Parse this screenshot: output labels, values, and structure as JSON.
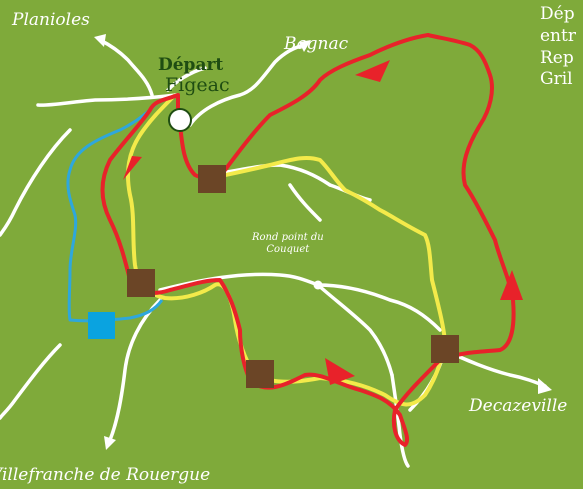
{
  "places": {
    "planioles": "Planioles",
    "bagnac": "Bagnac",
    "decazeville": "Decazeville",
    "villefranche": "Villefranche de Rouergue",
    "rond_point": [
      "Rond point du",
      "Couquet"
    ]
  },
  "start": {
    "depart": "Départ",
    "city": "Figeac"
  },
  "note_lines": [
    "Dép",
    "entr",
    "Rep",
    "Gril"
  ],
  "colors": {
    "background": "#7faa3a",
    "road": "#ffffff",
    "route_red": "#e8222a",
    "route_yellow": "#f3ea4a",
    "route_blue": "#2ea7dc",
    "checkpoint": "#6b4526",
    "start_marker": "#0aa3e0",
    "city_label": "#1f4d12"
  },
  "icons": [
    "arrow-icon",
    "checkpoint-icon",
    "start-circle-icon",
    "square-marker-icon"
  ]
}
